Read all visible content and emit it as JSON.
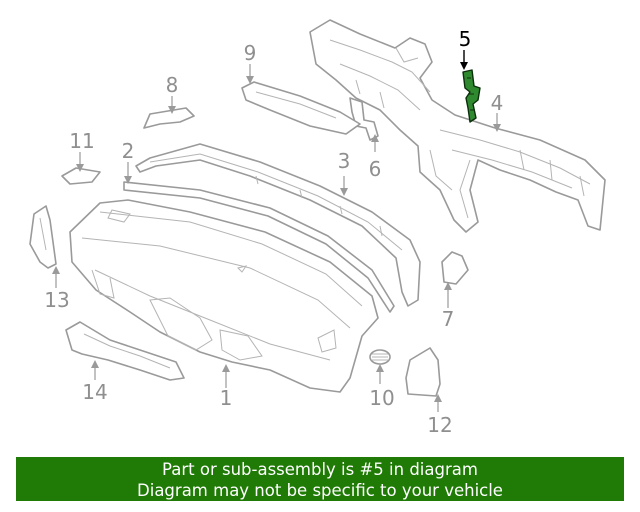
{
  "callouts": {
    "c1": "1",
    "c2": "2",
    "c3": "3",
    "c4": "4",
    "c5": "5",
    "c6": "6",
    "c7": "7",
    "c8": "8",
    "c9": "9",
    "c10": "10",
    "c11": "11",
    "c12": "12",
    "c13": "13",
    "c14": "14"
  },
  "highlight_color": "#2f8a2f",
  "banner": {
    "line1": "Part or sub-assembly is #5 in diagram",
    "line2": "Diagram may not be specific to your vehicle",
    "background": "#1f7a06"
  }
}
